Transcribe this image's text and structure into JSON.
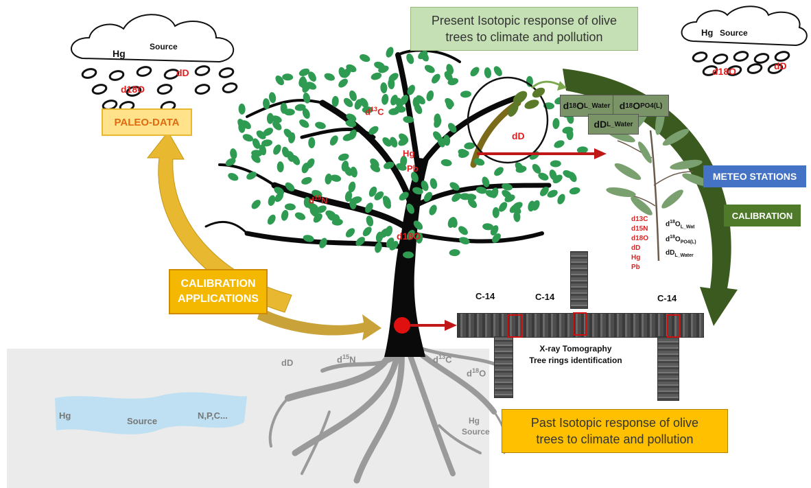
{
  "top_box": {
    "line1": "Present Isotopic response of olive",
    "line2": "trees to climate and pollution"
  },
  "bottom_box": {
    "line1": "Past Isotopic response of olive",
    "line2": "trees to climate and pollution"
  },
  "paleo_data": "PALEO-DATA",
  "calibration_applications": {
    "line1": "CALIBRATION",
    "line2": "APPLICATIONS"
  },
  "meteo_stations": "METEO STATIONS",
  "calibration": "CALIBRATION",
  "cloud_left": {
    "hg": "Hg",
    "source": "Source",
    "dd": "dD",
    "d18o": "d18O"
  },
  "cloud_right": {
    "hg": "Hg",
    "source": "Source",
    "dd": "dD",
    "d18o": "d18O"
  },
  "tree_labels": {
    "d13c_base": "d",
    "d13c_sup": "13",
    "d13c_el": "C",
    "hg": "Hg",
    "pb": "Pb",
    "d15n_base": "d",
    "d15n_sup": "15",
    "d15n_el": "N",
    "d18o": "d18O",
    "dd": "dD"
  },
  "leaf_boxes": {
    "b1_base": "d",
    "b1_sup": "18",
    "b1_el": "O",
    "b1_sub": "L_Water",
    "b2_base": "d",
    "b2_sup": "18",
    "b2_el": "O",
    "b2_sub": "PO4(L)",
    "b3_base": "dD",
    "b3_sub": "L_Water"
  },
  "plant_list_red": [
    "d13C",
    "d15N",
    "d18O",
    "dD",
    "Hg",
    "Pb"
  ],
  "plant_list_black": {
    "l1_base": "d",
    "l1_sup": "18",
    "l1_el": "O",
    "l1_sub": "L_Wat",
    "l2_base": "d",
    "l2_sup": "18",
    "l2_el": "O",
    "l2_sub": "PO4(L)",
    "l3_base": "dD",
    "l3_sub": "L_Water"
  },
  "c14_labels": [
    "C-14",
    "C-14",
    "C-14"
  ],
  "xray": {
    "line1": "X-ray Tomography",
    "line2": "Tree rings identification"
  },
  "roots": {
    "dd": "dD",
    "d15n_base": "d",
    "d15n_sup": "15",
    "d15n_el": "N",
    "d13c_base": "d",
    "d13c_sup": "13",
    "d13c_el": "C",
    "d18o_base": "d",
    "d18o_sup": "18",
    "d18o_el": "O",
    "hg": "Hg",
    "source": "Source"
  },
  "water": {
    "hg": "Hg",
    "source": "Source",
    "npc": "N,P,C..."
  },
  "colors": {
    "leaf": "#2e9a52",
    "arrow_green": "#3b5a1f",
    "arrow_yellow": "#e8b830",
    "red": "#e02020",
    "meteo_blue": "#4472c4",
    "calib_green": "#4e7a2a",
    "top_box_bg": "#c5e0b4"
  }
}
